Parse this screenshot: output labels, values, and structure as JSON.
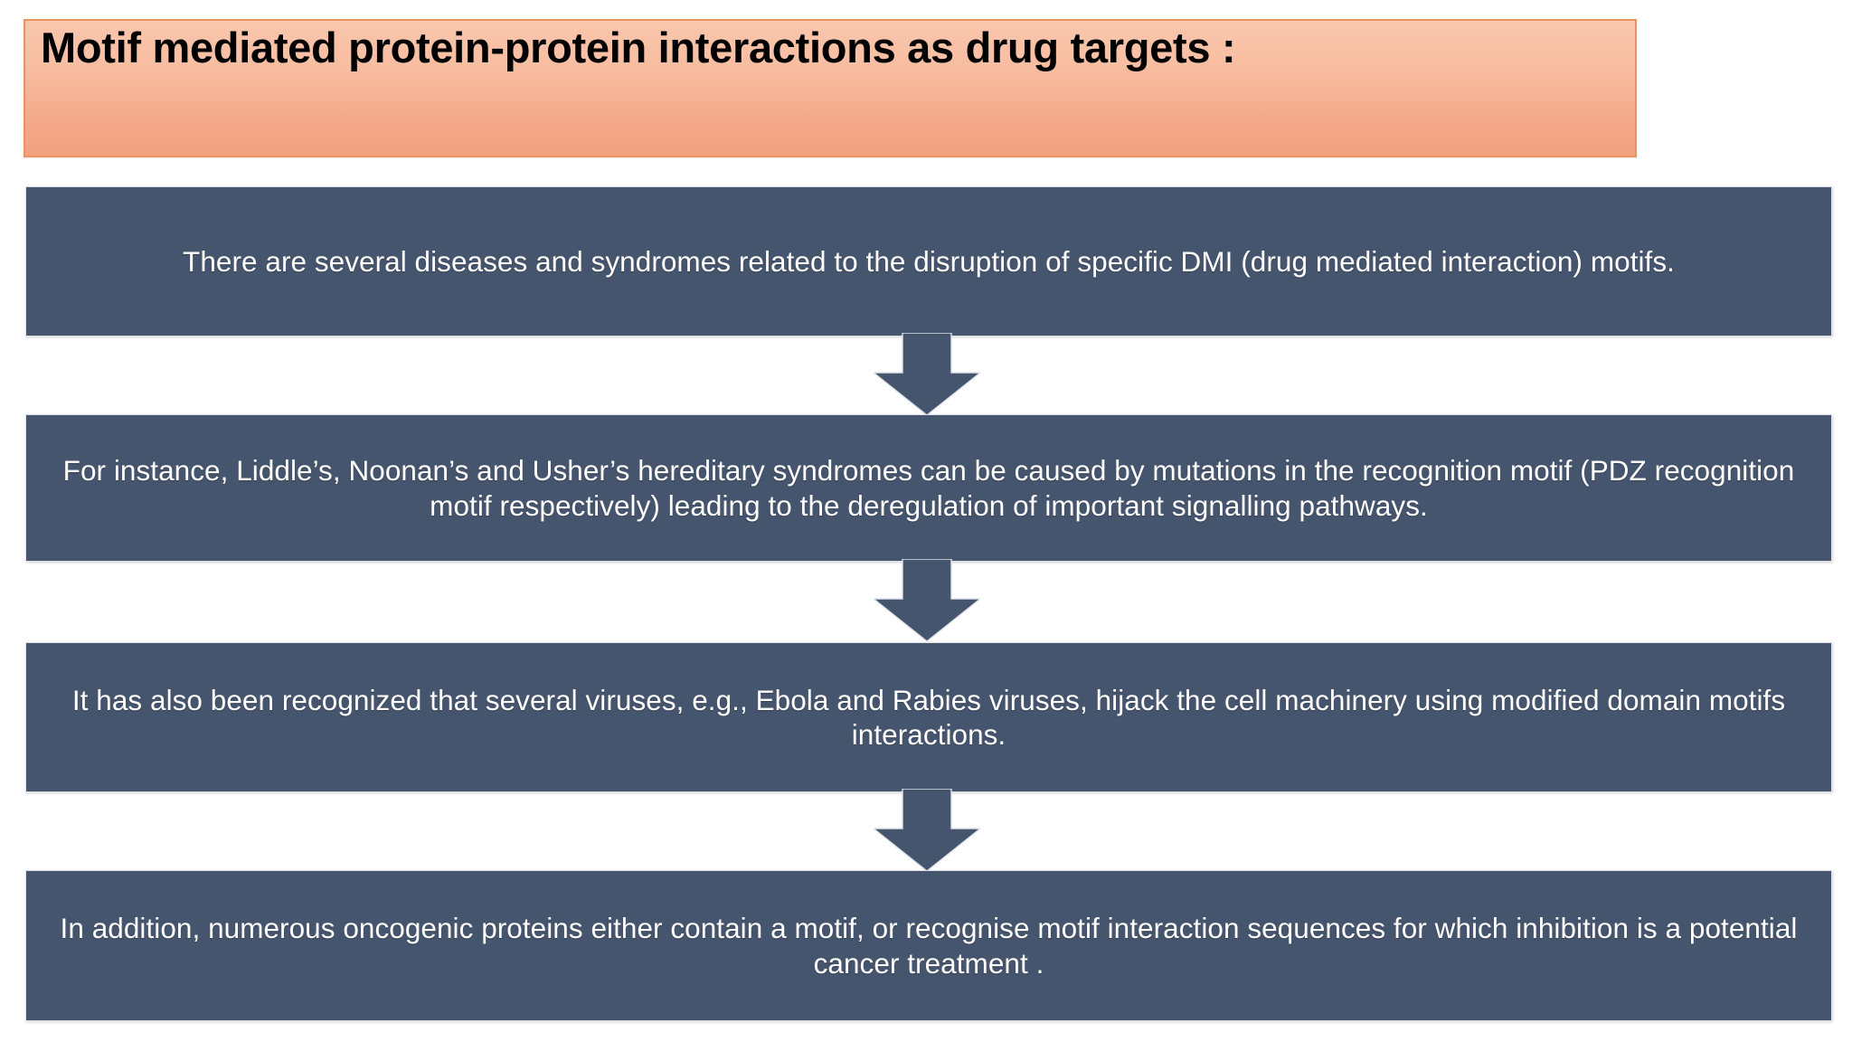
{
  "slide": {
    "title": "Motif mediated protein-protein interactions as drug targets :",
    "title_box": {
      "fill_top": "#f9c6ac",
      "fill_bottom": "#f2a180",
      "border_color": "#e8955f",
      "text_color": "#000000"
    },
    "box_fill": "#46556e",
    "box_text_color": "#ffffff",
    "arrow_fill": "#46556e",
    "steps": [
      {
        "id": "step-1",
        "text": "There are several diseases and syndromes related to the disruption of specific DMI (drug mediated interaction) motifs."
      },
      {
        "id": "step-2",
        "text": "For instance, Liddle’s, Noonan’s and Usher’s hereditary syndromes can be caused by mutations in the recognition motif (PDZ recognition motif respectively) leading to the deregulation of important signalling pathways."
      },
      {
        "id": "step-3",
        "text": "It has also been recognized that several viruses, e.g., Ebola and Rabies viruses, hijack the cell machinery using modified domain motifs interactions."
      },
      {
        "id": "step-4",
        "text": "In addition, numerous oncogenic proteins either contain a motif, or recognise motif interaction sequences for which inhibition is a potential cancer treatment ."
      }
    ],
    "arrows": [
      {
        "id": "arrow-1",
        "icon": "down-arrow-icon"
      },
      {
        "id": "arrow-2",
        "icon": "down-arrow-icon"
      },
      {
        "id": "arrow-3",
        "icon": "down-arrow-icon"
      }
    ]
  }
}
